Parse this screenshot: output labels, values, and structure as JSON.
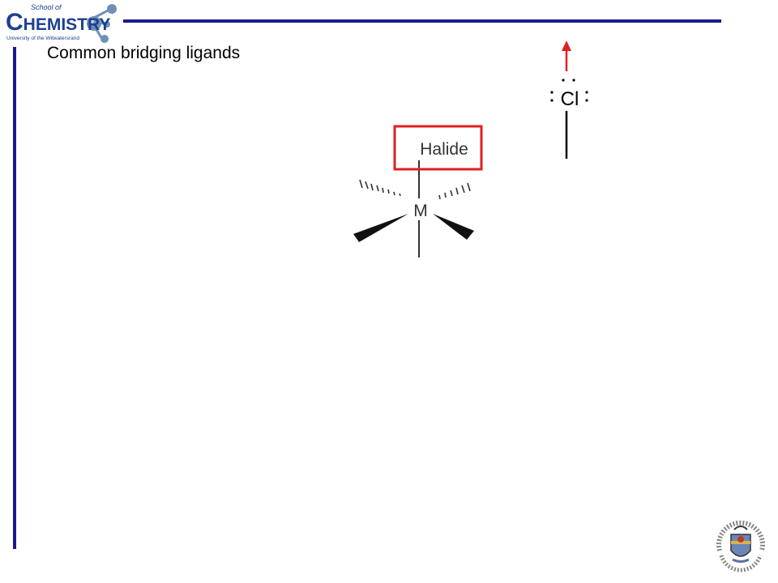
{
  "header": {
    "logo_school": "School of",
    "logo_chem_big": "C",
    "logo_chem_rest": "HEMISTRY",
    "logo_university": "University of the Witwatersrand"
  },
  "slide": {
    "title": "Common bridging ligands"
  },
  "diagram": {
    "metal_label": "M",
    "ligand_label": "Halide",
    "chloride_label": "Cl"
  },
  "colors": {
    "rule": "#1a1a8c",
    "highlight": "#e02020",
    "arrow": "#e02020",
    "logo_blue": "#1d3f8f"
  },
  "footer": {
    "crest_icon": "university-crest-icon"
  }
}
